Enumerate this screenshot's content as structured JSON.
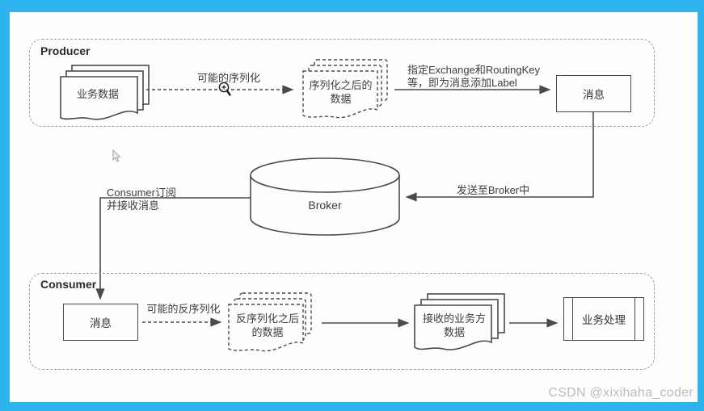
{
  "producer": {
    "title": "Producer",
    "doc_stack_label": "业务数据",
    "serialize_arrow_label": "可能的序列化",
    "serialized_stack": {
      "line1": "序列化之后的",
      "line2": "数据"
    },
    "exchange_note": {
      "line1": "指定Exchange和RoutingKey",
      "line2": "等，即为消息添加Label"
    },
    "message_box": "消息"
  },
  "broker": {
    "label": "Broker",
    "send_label": "发送至Broker中",
    "subscribe_note": {
      "line1": "Consumer订阅",
      "line2": "并接收消息"
    }
  },
  "consumer": {
    "title": "Consumer",
    "message_box": "消息",
    "deserialize_arrow_label": "可能的反序列化",
    "deserialized_stack": {
      "line1": "反序列化之后",
      "line2": "的数据"
    },
    "received_stack": {
      "line1": "接收的业务方",
      "line2": "数据"
    },
    "process_box": "业务处理"
  },
  "watermark": "CSDN @xixihaha_coder",
  "icons": {
    "zoom_cursor": "zoom-in-cursor",
    "pointer_cursor": "mouse-pointer-cursor"
  },
  "colors": {
    "frame": "#2eb3ef",
    "canvas": "#fdfdfd",
    "line": "#4a4a4a",
    "dashed_border": "#9d9d9d",
    "watermark": "#b9bdc0"
  }
}
